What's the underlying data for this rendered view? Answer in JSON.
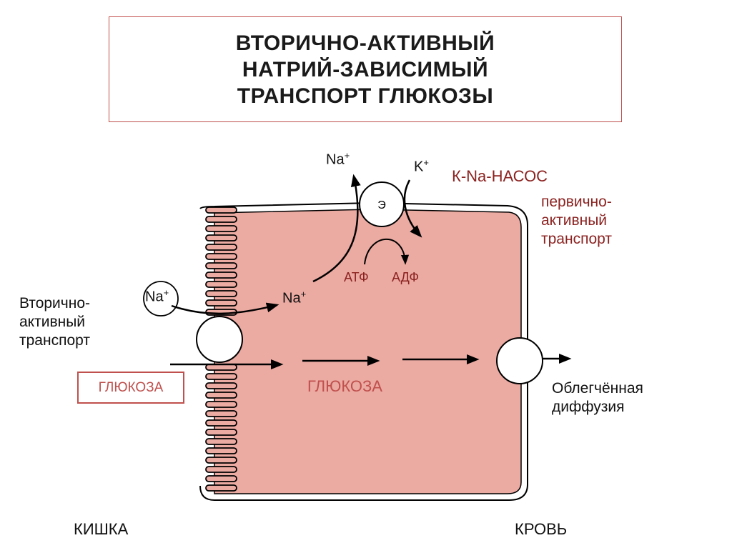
{
  "title": "ВТОРИЧНО-АКТИВНЫЙ\nНАТРИЙ-ЗАВИСИМЫЙ\nТРАНСПОРТ ГЛЮКОЗЫ",
  "pump": {
    "label": "К-Na-НАСОС",
    "description": "первично-\nактивный\nтранспорт",
    "enzyme_symbol": "Э",
    "atp": "АТФ",
    "adp": "АДФ"
  },
  "ions": {
    "na_out_base": "Na",
    "k_in_base": "K",
    "na_lumen_base": "Na",
    "na_cell_base": "Na",
    "charge": "+"
  },
  "labels": {
    "secondary_active": "Вторично-\nактивный\nтранспорт",
    "glucose_lumen": "ГЛЮКОЗА",
    "glucose_cell": "ГЛЮКОЗА",
    "facilitated_diffusion": "Облегчённая\nдиффузия",
    "intestine": "КИШКА",
    "blood": "КРОВЬ"
  },
  "colors": {
    "cytoplasm": "#ebaaa2",
    "accent_red": "#c0504d",
    "dark_red": "#8b2220"
  }
}
